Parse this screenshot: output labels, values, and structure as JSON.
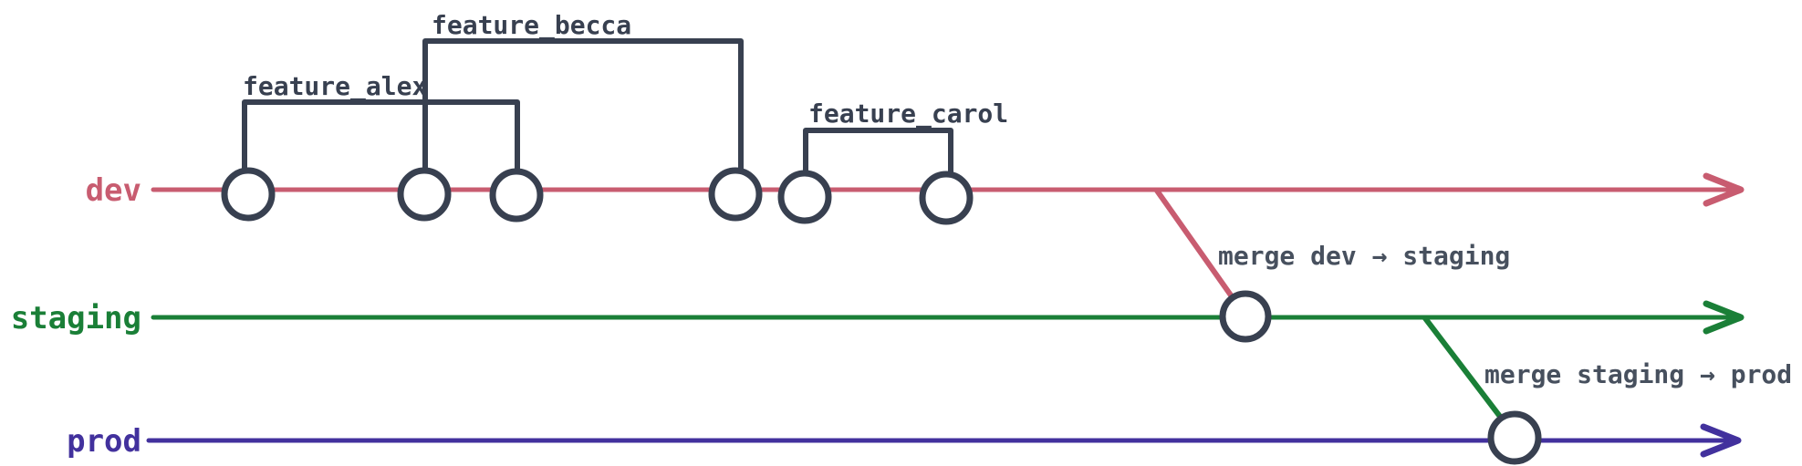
{
  "diagram": {
    "type": "git-environment-branch-flow",
    "background": "#ffffff",
    "ink": "#384050",
    "label_ink": "#47505e"
  },
  "branches": [
    {
      "label": "dev",
      "color": "#c85c70",
      "commit_count": 6
    },
    {
      "label": "staging",
      "color": "#1a7f37",
      "commit_count": 1
    },
    {
      "label": "prod",
      "color": "#42319d",
      "commit_count": 1
    }
  ],
  "features": [
    {
      "label": "feature_alex",
      "from_commit": 1,
      "to_commit": 3
    },
    {
      "label": "feature_becca",
      "from_commit": 2,
      "to_commit": 4
    },
    {
      "label": "feature_carol",
      "from_commit": 5,
      "to_commit": 6
    }
  ],
  "merges": [
    {
      "label": "merge dev → staging",
      "from": "dev",
      "to": "staging"
    },
    {
      "label": "merge staging → prod",
      "from": "staging",
      "to": "prod"
    }
  ]
}
